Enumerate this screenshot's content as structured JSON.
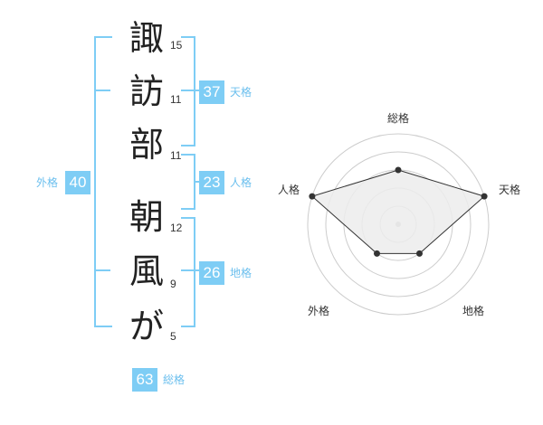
{
  "name": {
    "characters": [
      {
        "char": "諏",
        "strokes": "15"
      },
      {
        "char": "訪",
        "strokes": "11"
      },
      {
        "char": "部",
        "strokes": "11"
      },
      {
        "char": "朝",
        "strokes": "12"
      },
      {
        "char": "風",
        "strokes": "9"
      },
      {
        "char": "が",
        "strokes": "5"
      }
    ]
  },
  "fortunes": {
    "tenkaku": {
      "value": "37",
      "label": "天格"
    },
    "jinkaku": {
      "value": "23",
      "label": "人格"
    },
    "chikaku": {
      "value": "26",
      "label": "地格"
    },
    "gaikaku": {
      "value": "40",
      "label": "外格"
    },
    "soukaku": {
      "value": "63",
      "label": "総格"
    }
  },
  "chart_data": {
    "type": "radar",
    "axes": [
      "総格",
      "天格",
      "地格",
      "外格",
      "人格"
    ],
    "values": [
      3,
      5,
      2,
      2,
      5
    ],
    "max": 5,
    "colors": {
      "fill": "#ececec",
      "stroke": "#333333",
      "grid": "#cccccc",
      "point": "#333333"
    }
  },
  "colors": {
    "accent": "#7ecdf5"
  }
}
